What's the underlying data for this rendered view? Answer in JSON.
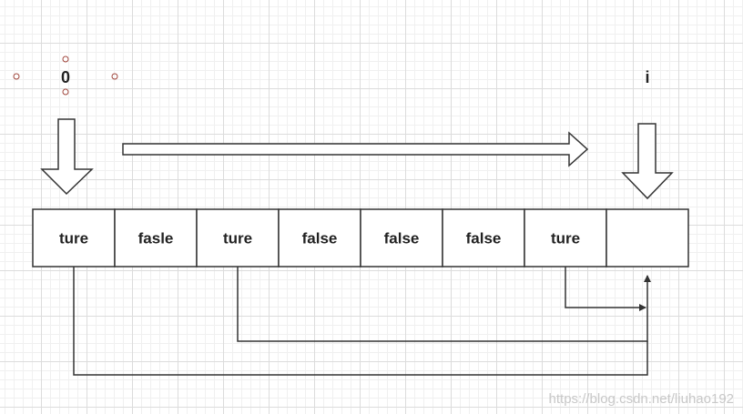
{
  "diagram": {
    "cells": [
      "ture",
      "fasle",
      "ture",
      "false",
      "false",
      "false",
      "ture",
      ""
    ],
    "start_label": "0",
    "end_label": "i",
    "watermark": "https://blog.csdn.net/liuhao192"
  }
}
